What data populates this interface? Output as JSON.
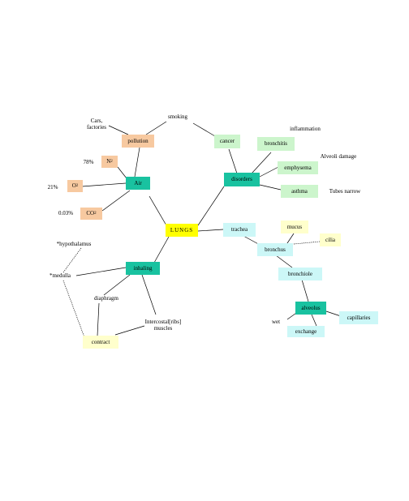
{
  "colors": {
    "peach": "#f7c9a0",
    "teal": "#19c2a0",
    "light_green": "#ccf5cc",
    "light_cyan": "#ccf7f7",
    "light_yellow": "#ffffcc",
    "yellow": "#ffff00"
  },
  "nodes": {
    "lungs": "LUNGS",
    "smoking": "smoking",
    "cars_factories": "Cars,\nfactories",
    "pollution": "pollution",
    "n2_pct": "78%",
    "n2": "N",
    "n2_sub": "2",
    "air": "Air",
    "o2_pct": "21%",
    "o2": "O",
    "o2_sub": "2",
    "co2_pct": "0.03%",
    "co2": "CO",
    "co2_sub": "2",
    "hypothalamus": "*hypothalamus",
    "medulla": "*medulla",
    "inhaling": "inhaling",
    "diaphragm": "diaphragm",
    "intercostal": "Intercostal[ribs]\nmuscles",
    "contract": "contract",
    "cancer": "cancer",
    "bronchitis": "bronchitis",
    "inflammation": "inflammation",
    "disorders": "disorders",
    "alveoli_damage": "Alveoli damage",
    "emphysema": "emphysema",
    "asthma": "asthma",
    "tubes_narrow": "Tubes narrow",
    "trachea": "trachea",
    "mucus": "mucus",
    "cilia": "cilia",
    "bronchus": "bronchus",
    "bronchiole": "bronchiole",
    "alveolus": "alveolus",
    "wet": "wet",
    "capillaries": "capillaries",
    "exchange": "exchange"
  }
}
